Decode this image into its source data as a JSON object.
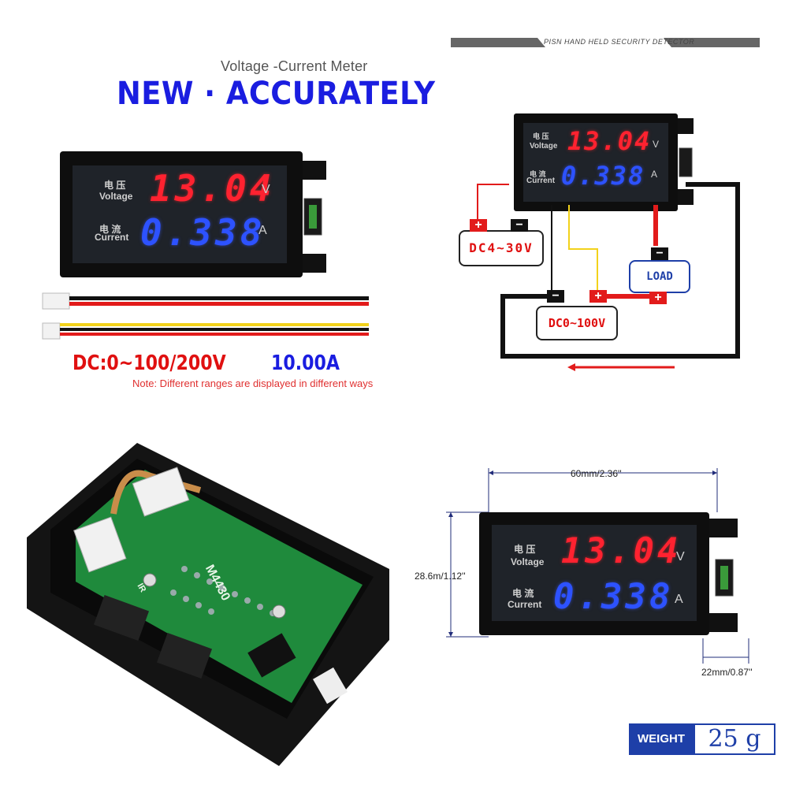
{
  "top_left": {
    "subtitle": "Voltage -Current Meter",
    "headline": "NEW · ACCURATELY",
    "range_text": "DC:0~100/200V",
    "current_text": "10.00A",
    "note": "Note: Different ranges are displayed in different ways"
  },
  "meter": {
    "cn_voltage": "电 压",
    "voltage_label": "Voltage",
    "voltage_reading": "13.04",
    "voltage_unit": "V",
    "cn_current": "电 流",
    "current_label": "Current",
    "current_reading": "0.338",
    "current_unit": "A"
  },
  "wiring": {
    "banner": "PISN HAND HELD SECURITY DETECTOR",
    "supply": "DC4~30V",
    "source": "DC0~100V",
    "load": "LOAD",
    "plus": "+",
    "minus": "−"
  },
  "pcb": {
    "model": "M4430",
    "ir_label": "IR"
  },
  "dimensions": {
    "width": "60mm/2.36''",
    "height": "28.6m/1.12''",
    "depth": "22mm/0.87''"
  },
  "weight": {
    "label": "WEIGHT",
    "value": "25 g"
  },
  "colors": {
    "accent_blue": "#1a1de0",
    "accent_red": "#e01010",
    "wire_red": "#e21b1b",
    "wire_yellow": "#f2d21b"
  }
}
